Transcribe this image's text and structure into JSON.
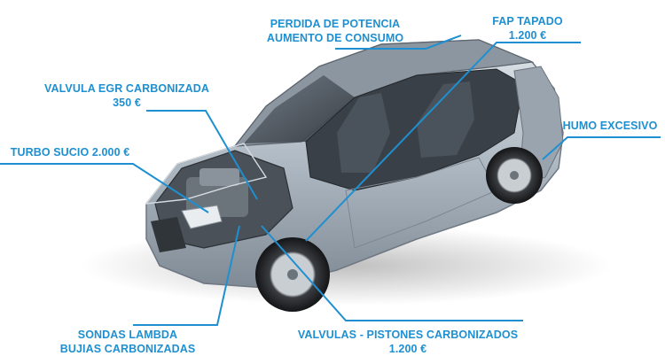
{
  "callouts": {
    "potencia": {
      "line1": "PERDIDA DE POTENCIA",
      "line2": "AUMENTO DE CONSUMO"
    },
    "fap": {
      "line1": "FAP TAPADO",
      "line2": "1.200 €"
    },
    "egr": {
      "line1": "VALVULA EGR CARBONIZADA",
      "line2": "350 €"
    },
    "humo": {
      "line1": "HUMO EXCESIVO"
    },
    "turbo": {
      "line1": "TURBO SUCIO 2.000 €"
    },
    "sondas": {
      "line1": "SONDAS LAMBDA",
      "line2": "BUJIAS CARBONIZADAS"
    },
    "valvulas": {
      "line1": "VALVULAS - PISTONES CARBONIZADOS",
      "line2": "1.200 €"
    }
  },
  "colors": {
    "callout_text": "#1e8fd0",
    "leader_line": "#1e8fd0",
    "car_body": "#b9c3cc",
    "car_interior": "#2f3338"
  }
}
